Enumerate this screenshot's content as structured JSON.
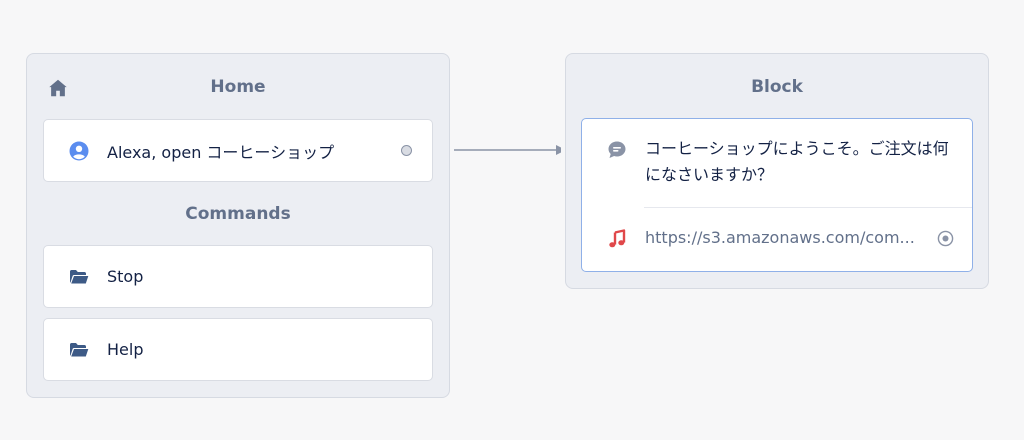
{
  "home": {
    "title": "Home",
    "start_command": "Alexa, open コーヒーショップ",
    "commands_title": "Commands",
    "commands": [
      {
        "label": "Stop"
      },
      {
        "label": "Help"
      }
    ]
  },
  "block": {
    "title": "Block",
    "speak_text": "コーヒーショップにようこそ。ご注文は何になさいますか？",
    "audio_url": "https://s3.amazonaws.com/com..."
  },
  "colors": {
    "node_bg": "#eceef3",
    "title_text": "#62708a",
    "body_text": "#132144",
    "folder_icon": "#3d5a86",
    "user_icon": "#5b8def",
    "speak_icon": "#8a93a6",
    "audio_icon": "#e0484a",
    "selected_border": "#8fb0e8",
    "connector": "#8a93a6"
  },
  "icons": {
    "home": "home-icon",
    "start": "user-circle-icon",
    "command": "folder-open-icon",
    "speak": "speech-bubble-icon",
    "audio": "music-note-icon"
  }
}
